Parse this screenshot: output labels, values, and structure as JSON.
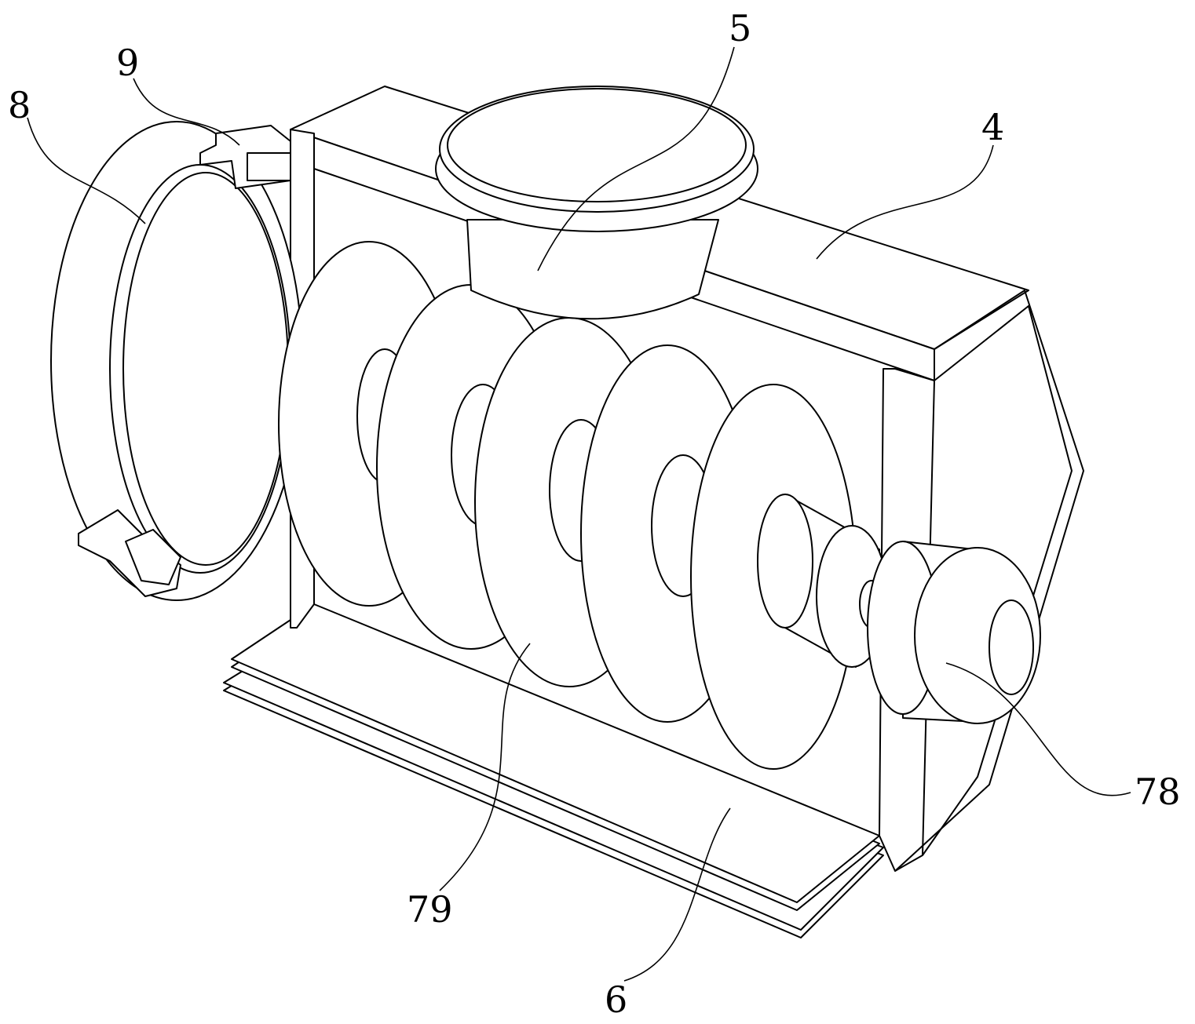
{
  "figure": {
    "labels": {
      "ring": "8",
      "clamp": "9",
      "hopper": "5",
      "frame": "4",
      "motor": "78",
      "discs": "79",
      "base_plate": "6"
    }
  }
}
